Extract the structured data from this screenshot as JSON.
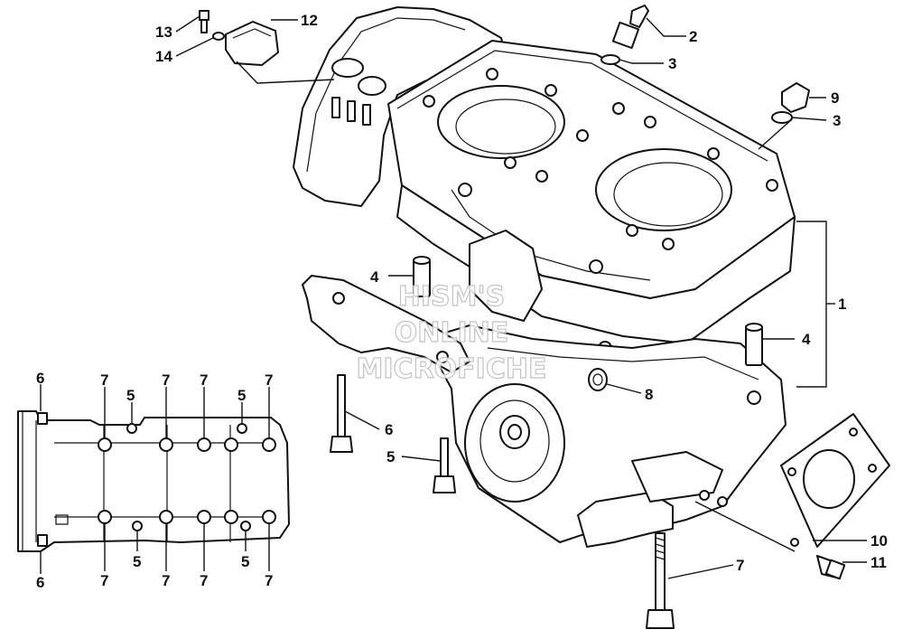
{
  "diagram": {
    "labels": {
      "c1": "1",
      "c2": "2",
      "c3a": "3",
      "c3b": "3",
      "c4a": "4",
      "c4b": "4",
      "c5a": "5",
      "c6a": "6",
      "c7a": "7",
      "c8": "8",
      "c9": "9",
      "c10": "10",
      "c11": "11",
      "c12": "12",
      "c13": "13",
      "c14": "14"
    },
    "inset_labels": {
      "t6": "6",
      "t7a": "7",
      "t5a": "5",
      "t7b": "7",
      "t7c": "7",
      "t5b": "5",
      "t7d": "7",
      "b6": "6",
      "b7a": "7",
      "b5a": "5",
      "b7b": "7",
      "b7c": "7",
      "b5b": "5",
      "b7d": "7"
    },
    "watermark": [
      "HISM'S",
      "ONLINE",
      "MICROFICHE"
    ]
  }
}
